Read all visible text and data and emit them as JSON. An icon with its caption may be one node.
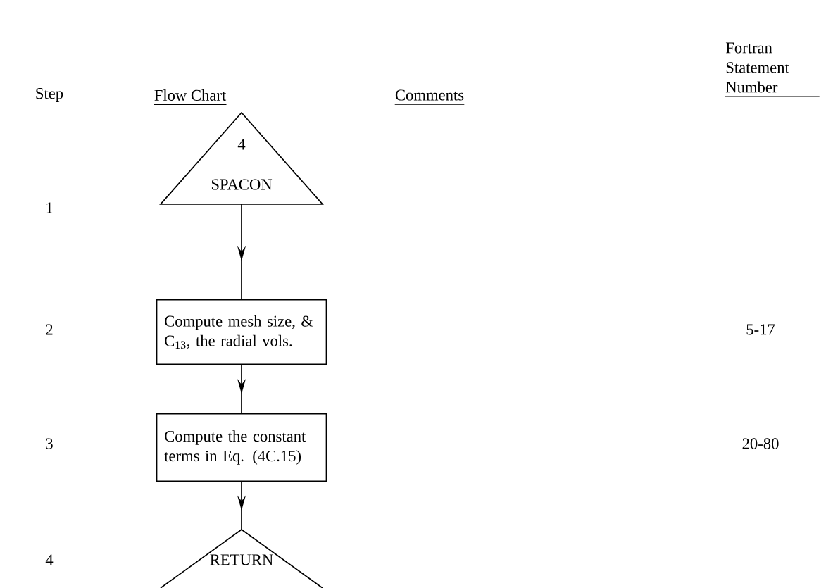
{
  "diagram": {
    "nodes": [
      {
        "text": [
          "4",
          "SPACON"
        ]
      },
      {
        "text": [
          "Compute mesh size, & C$_{13}$, the radial vols."
        ]
      },
      {
        "text": [
          "Compute the constant terms in Eq. (4C.15)"
        ]
      },
      {
        "text": [
          "RETURN"
        ]
      }
    ],
    "edges": [
      {
        "from": 0,
        "to": 1,
        "arrow": "to"
      },
      {
        "from": 1,
        "to": 2,
        "arrow": "to"
      },
      {
        "from": 2,
        "to": 3,
        "arrow": "to"
      }
    ],
    "labels": [
      "Fortran Statement Number",
      "Step",
      "Flow Chart",
      "Comments",
      "1",
      "2",
      "5-17",
      "3",
      "20-80",
      "4"
    ]
  }
}
